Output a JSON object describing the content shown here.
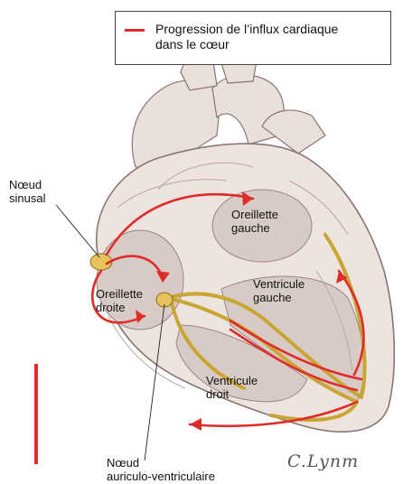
{
  "legend": {
    "line1": "Progression de l’influx cardiaque",
    "line2": "dans le cœur",
    "color": "#e02b2b"
  },
  "labels": {
    "sa_node": [
      "Nœud",
      "sinusal"
    ],
    "left_atrium": [
      "Oreillette",
      "gauche"
    ],
    "right_atrium": [
      "Oreillette",
      "droite"
    ],
    "left_ventricle": [
      "Ventricule",
      "gauche"
    ],
    "right_ventricle": [
      "Ventricule",
      "droit"
    ],
    "av_node": [
      "Nœud",
      "auriculo-ventriculaire"
    ]
  },
  "signature": "C.Lynm",
  "colors": {
    "impulse": "#e02b2b",
    "conduction": "#c9a633",
    "heart_fill": "#ede3df",
    "heart_shadow": "#b9a7a1",
    "heart_outline": "#8a7570"
  }
}
